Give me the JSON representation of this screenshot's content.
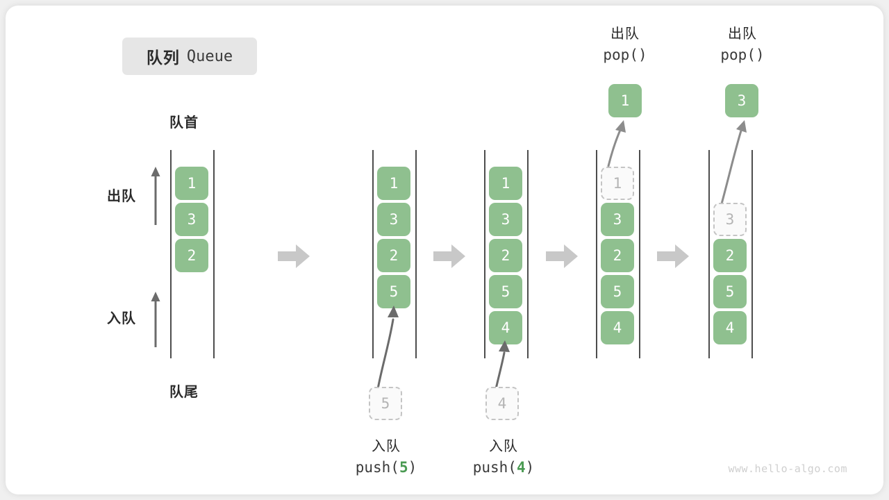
{
  "page": {
    "background": "#f0f0f0",
    "card_background": "#ffffff",
    "watermark": "www.hello-algo.com"
  },
  "colors": {
    "element_fill": "#8fc08f",
    "element_text": "#ffffff",
    "ghost_border": "#c4c4c4",
    "ghost_text": "#b4b4b4",
    "rail": "#4d4d4d",
    "step_arrow": "#c8c8c8",
    "accent_number": "#4a9a52",
    "badge_background": "#e6e6e6"
  },
  "title": {
    "cn": "队列",
    "en": "Queue"
  },
  "axis_labels": {
    "front": "队首",
    "rear": "队尾",
    "dequeue": "出队",
    "enqueue": "入队"
  },
  "stages": [
    {
      "id": "initial",
      "cells": [
        {
          "value": "1",
          "state": "filled"
        },
        {
          "value": "3",
          "state": "filled"
        },
        {
          "value": "2",
          "state": "filled"
        }
      ]
    },
    {
      "id": "push-5",
      "cells": [
        {
          "value": "1",
          "state": "filled"
        },
        {
          "value": "3",
          "state": "filled"
        },
        {
          "value": "2",
          "state": "filled"
        },
        {
          "value": "5",
          "state": "filled"
        }
      ],
      "incoming": {
        "value": "5",
        "state": "ghost"
      },
      "caption": {
        "cn": "入队",
        "code_prefix": "push(",
        "code_arg": "5",
        "code_suffix": ")"
      }
    },
    {
      "id": "push-4",
      "cells": [
        {
          "value": "1",
          "state": "filled"
        },
        {
          "value": "3",
          "state": "filled"
        },
        {
          "value": "2",
          "state": "filled"
        },
        {
          "value": "5",
          "state": "filled"
        },
        {
          "value": "4",
          "state": "filled"
        }
      ],
      "incoming": {
        "value": "4",
        "state": "ghost"
      },
      "caption": {
        "cn": "入队",
        "code_prefix": "push(",
        "code_arg": "4",
        "code_suffix": ")"
      }
    },
    {
      "id": "pop-1",
      "cells": [
        {
          "value": "1",
          "state": "ghost"
        },
        {
          "value": "3",
          "state": "filled"
        },
        {
          "value": "2",
          "state": "filled"
        },
        {
          "value": "5",
          "state": "filled"
        },
        {
          "value": "4",
          "state": "filled"
        }
      ],
      "popped": {
        "value": "1",
        "state": "filled"
      },
      "caption": {
        "cn": "出队",
        "code": "pop()"
      }
    },
    {
      "id": "pop-3",
      "cells": [
        {
          "value": "3",
          "state": "ghost"
        },
        {
          "value": "2",
          "state": "filled"
        },
        {
          "value": "5",
          "state": "filled"
        },
        {
          "value": "4",
          "state": "filled"
        }
      ],
      "popped": {
        "value": "3",
        "state": "filled"
      },
      "caption": {
        "cn": "出队",
        "code": "pop()"
      }
    }
  ]
}
